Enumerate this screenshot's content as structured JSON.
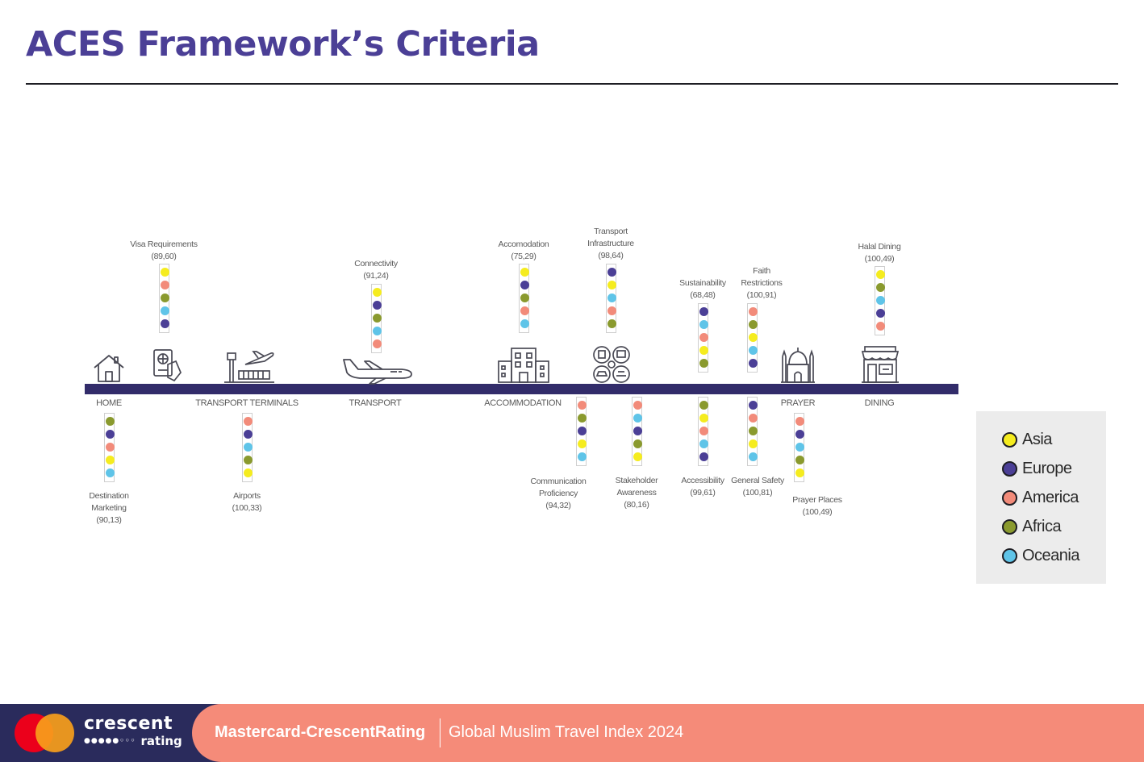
{
  "title": "ACES Framework’s Criteria",
  "colors": {
    "Asia": "#f5ec1f",
    "Europe": "#4b3f96",
    "America": "#f28b7a",
    "Africa": "#8a9a2e",
    "Oceania": "#5fc4e8"
  },
  "stages": [
    {
      "label": "HOME",
      "icon": "house-icon"
    },
    {
      "label": "TRANSPORT TERMINALS",
      "icon": "airport-terminal-icon"
    },
    {
      "label": "TRANSPORT",
      "icon": "airplane-icon"
    },
    {
      "label": "ACCOMMODATION",
      "icon": "hotel-building-icon"
    },
    {
      "label": "PRAYER",
      "icon": "mosque-icon"
    },
    {
      "label": "DINING",
      "icon": "restaurant-icon"
    }
  ],
  "criteria": [
    {
      "name": "Visa Requirements",
      "score": "(89,60)",
      "lines": [
        "Visa Requirements",
        "(89,60)"
      ],
      "order": [
        "Asia",
        "America",
        "Africa",
        "Oceania",
        "Europe"
      ]
    },
    {
      "name": "Connectivity",
      "score": "(91,24)",
      "lines": [
        "Connectivity",
        "(91,24)"
      ],
      "order": [
        "Asia",
        "Europe",
        "Africa",
        "Oceania",
        "America"
      ]
    },
    {
      "name": "Accomodation",
      "score": "(75,29)",
      "lines": [
        "Accomodation",
        "(75,29)"
      ],
      "order": [
        "Asia",
        "Europe",
        "Africa",
        "America",
        "Oceania"
      ]
    },
    {
      "name": "Transport Infrastructure",
      "score": "(98,64)",
      "lines": [
        "Transport",
        "Infrastructure",
        "(98,64)"
      ],
      "order": [
        "Europe",
        "Asia",
        "Oceania",
        "America",
        "Africa"
      ]
    },
    {
      "name": "Sustainability",
      "score": "(68,48)",
      "lines": [
        "Sustainability",
        "(68,48)"
      ],
      "order": [
        "Europe",
        "Oceania",
        "America",
        "Asia",
        "Africa"
      ]
    },
    {
      "name": "Faith Restrictions",
      "score": "(100,91)",
      "lines": [
        "Faith",
        "Restrictions",
        "(100,91)"
      ],
      "order": [
        "America",
        "Africa",
        "Asia",
        "Oceania",
        "Europe"
      ]
    },
    {
      "name": "Halal Dining",
      "score": "(100,49)",
      "lines": [
        "Halal Dining",
        "(100,49)"
      ],
      "order": [
        "Asia",
        "Africa",
        "Oceania",
        "Europe",
        "America"
      ]
    },
    {
      "name": "Destination Marketing",
      "score": "(90,13)",
      "lines": [
        "Destination",
        "Marketing",
        "(90,13)"
      ],
      "order": [
        "Africa",
        "Europe",
        "America",
        "Asia",
        "Oceania"
      ]
    },
    {
      "name": "Airports",
      "score": "(100,33)",
      "lines": [
        "Airports",
        "(100,33)"
      ],
      "order": [
        "America",
        "Europe",
        "Oceania",
        "Africa",
        "Asia"
      ]
    },
    {
      "name": "Communication Proficiency",
      "score": "(94,32)",
      "lines": [
        "Communication",
        "Proficiency",
        "(94,32)"
      ],
      "order": [
        "America",
        "Africa",
        "Europe",
        "Asia",
        "Oceania"
      ]
    },
    {
      "name": "Stakeholder Awareness",
      "score": "(80,16)",
      "lines": [
        "Stakeholder",
        "Awareness",
        "(80,16)"
      ],
      "order": [
        "America",
        "Oceania",
        "Europe",
        "Africa",
        "Asia"
      ]
    },
    {
      "name": "Accessibility",
      "score": "(99,61)",
      "lines": [
        "Accessibility",
        "(99,61)"
      ],
      "order": [
        "Africa",
        "Asia",
        "America",
        "Oceania",
        "Europe"
      ]
    },
    {
      "name": "General Safety",
      "score": "(100,81)",
      "lines": [
        "General Safety",
        "(100,81)"
      ],
      "order": [
        "Europe",
        "America",
        "Africa",
        "Asia",
        "Oceania"
      ]
    },
    {
      "name": "Prayer Places",
      "score": "(100,49)",
      "lines": [
        "Prayer Places",
        "(100,49)"
      ],
      "order": [
        "America",
        "Europe",
        "Oceania",
        "Africa",
        "Asia"
      ]
    }
  ],
  "legend": [
    "Asia",
    "Europe",
    "America",
    "Africa",
    "Oceania"
  ],
  "footer": {
    "brand_top": "crescent",
    "brand_bottom": "rating",
    "text1": "Mastercard-CrescentRating",
    "text2": "Global Muslim Travel Index 2024"
  }
}
